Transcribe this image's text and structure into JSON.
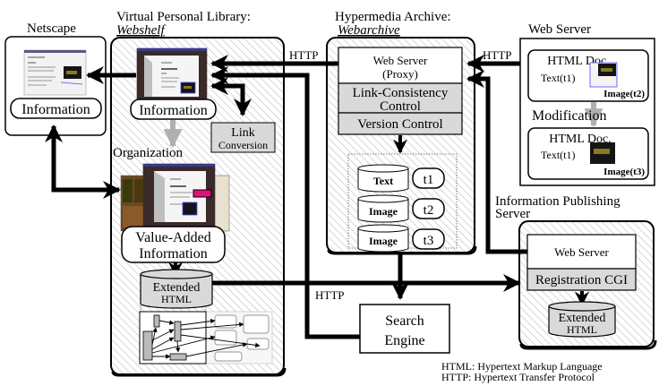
{
  "title": "Webshelf / Webarchive system architecture",
  "netscape": {
    "label": "Netscape",
    "info_label": "Information"
  },
  "webshelf": {
    "title": "Virtual Personal Library:",
    "subtitle": "Webshelf",
    "info_label": "Information",
    "link_conversion": [
      "Link",
      "Conversion"
    ],
    "organization_label": "Organization",
    "value_added": [
      "Value-Added",
      "Information"
    ],
    "extended_html": [
      "Extended",
      "HTML"
    ]
  },
  "webarchive": {
    "title": "Hypermedia Archive:",
    "subtitle": "Webarchive",
    "web_server": [
      "Web Server",
      "(Proxy)"
    ],
    "link_consistency": [
      "Link-Consistency",
      "Control"
    ],
    "version_control": "Version Control",
    "storage": [
      {
        "kind": "Text",
        "version": "t1"
      },
      {
        "kind": "Image",
        "version": "t2"
      },
      {
        "kind": "Image",
        "version": "t3"
      }
    ]
  },
  "web_server": {
    "title": "Web Server",
    "modification_label": "Modification",
    "docs": [
      {
        "title": "HTML Doc.",
        "text": "Text(t1)",
        "image": "Image(t2)"
      },
      {
        "title": "HTML Doc.",
        "text": "Text(t1)",
        "image": "Image(t3)"
      }
    ]
  },
  "publishing": {
    "title": [
      "Information Publishing",
      "Server"
    ],
    "web_server": "Web Server",
    "registration": "Registration CGI",
    "extended_html": [
      "Extended",
      "HTML"
    ]
  },
  "search_engine": [
    "Search",
    "Engine"
  ],
  "http_labels": [
    "HTTP",
    "HTTP",
    "HTTP"
  ],
  "legend": [
    "HTML: Hypertext Markup Language",
    "HTTP: Hypertext Transfer Protocol"
  ],
  "colors": {
    "hatch": "#bdbdbd",
    "gray_box": "#d9d9d9",
    "gray_arrow": "#b0b0b0",
    "pink_marker": "#e0107a",
    "screen_dark": "#3a2a2a",
    "link_blue": "#4a4aff"
  }
}
